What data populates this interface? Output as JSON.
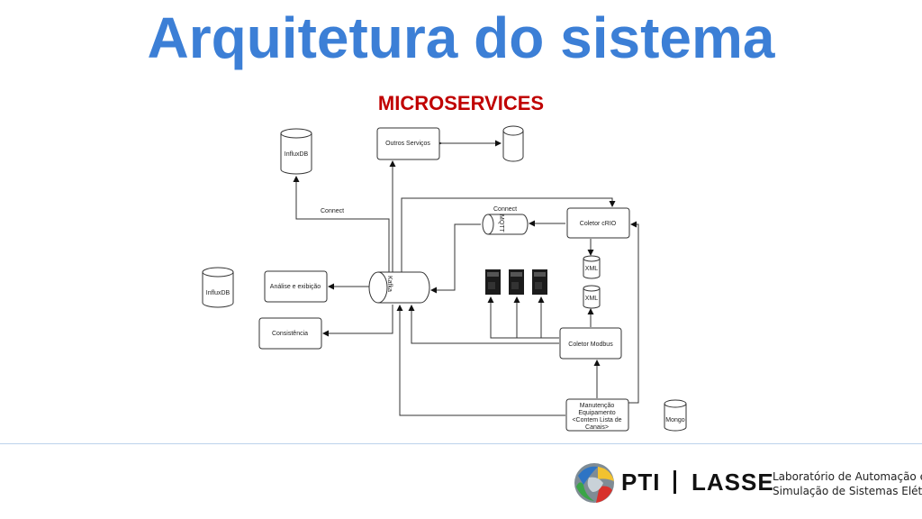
{
  "title": "Arquitetura do sistema",
  "subtitle": "MICROSERVICES",
  "nodes": {
    "influx_top": "InfluxDB",
    "outros": "Outros Serviços",
    "connect_left": "Connect",
    "connect_top": "Connect",
    "mqtt": "MQTT",
    "coletor_crio": "Coletor cRIO",
    "xml1": "XML",
    "xml2": "XML",
    "influx_left": "InfluxDB",
    "analise": "Análise e exibição",
    "kafka": "Kafka",
    "consistencia": "Consistência",
    "coletor_modbus": "Coletor Modbus",
    "manut_1": "Manutenção",
    "manut_2": "Equipamento",
    "manut_3": "<Contem Lista de",
    "manut_4": "Canais>",
    "mongo": "Mongo"
  },
  "footer": {
    "pti": "PTI",
    "lasse": "LASSE",
    "lab_line1": "Laboratório de Automação e",
    "lab_line2": "Simulação de Sistemas Elétricos"
  },
  "colors": {
    "title": "#3c7fd6",
    "subtitle": "#c00000"
  }
}
